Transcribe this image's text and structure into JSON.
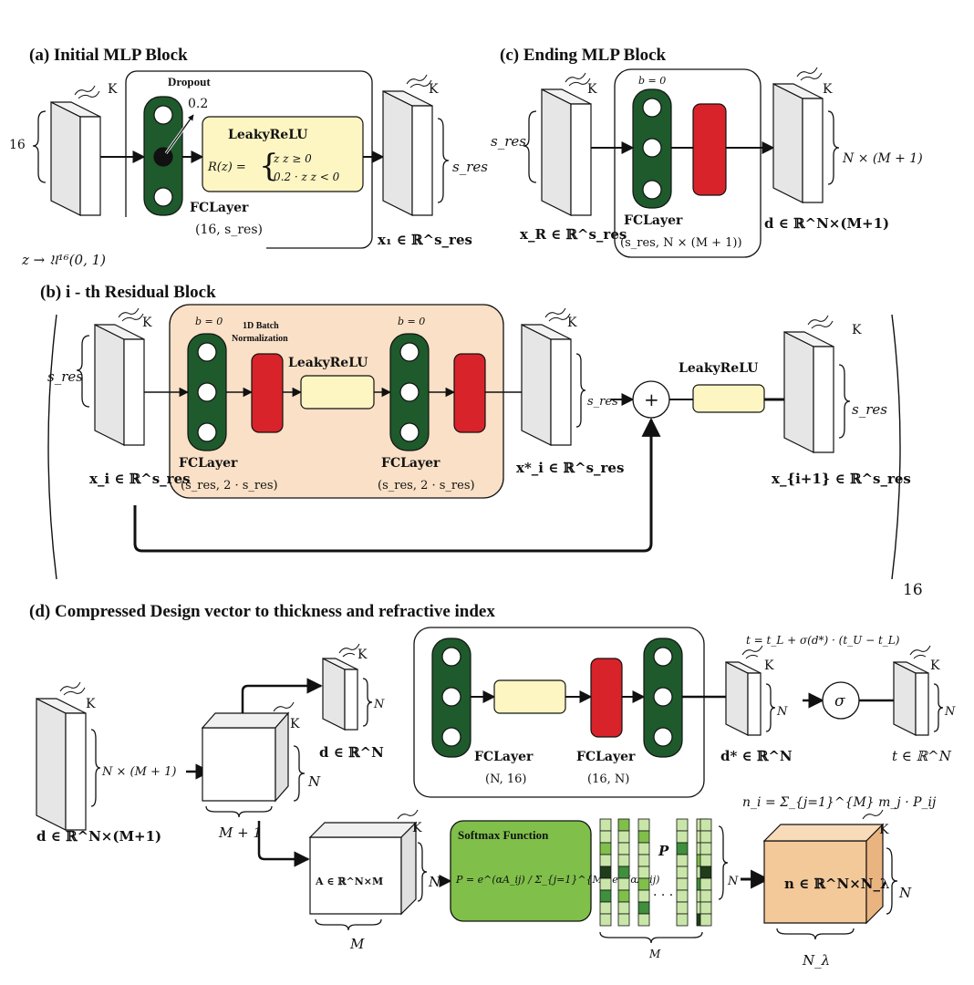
{
  "panels": {
    "a": {
      "title": "(a) Initial MLP Block",
      "dropout_label": "Dropout",
      "dropout_rate": "0.2",
      "activation_label": "LeakyReLU",
      "activation_eq_lhs": "R(z) =",
      "activation_case1": "z        z ≥ 0",
      "activation_case2": "0.2 · z   z < 0",
      "fc_label": "FCLayer",
      "fc_dims": "(16, s_res)",
      "input_dim": "16",
      "k": "K",
      "output_dim": "s_res",
      "noise_label": "z → 𝔘¹⁶(0, 1)",
      "output_label": "x₁ ∈ ℝ^s_res"
    },
    "c": {
      "title": "(c) Ending MLP Block",
      "bias": "b = 0",
      "fc_label": "FCLayer",
      "fc_dims": "(s_res, N × (M + 1))",
      "input_dim": "s_res",
      "k": "K",
      "output_dim": "N × (M + 1)",
      "input_label": "x_R ∈ ℝ^s_res",
      "output_label": "d ∈ ℝ^N×(M+1)"
    },
    "b": {
      "title": "(b) i - th Residual Block",
      "bias1": "b = 0",
      "bias2": "b = 0",
      "bn_label_line1": "1D Batch",
      "bn_label_line2": "Normalization",
      "act_label_inner": "LeakyReLU",
      "act_label_outer": "LeakyReLU",
      "fc_label1": "FCLayer",
      "fc_dims1": "(s_res, 2 · s_res)",
      "fc_label2": "FCLayer",
      "fc_dims2": "(s_res, 2 · s_res)",
      "input_dim": "s_res",
      "mid_dim": "s_res",
      "out_dim": "s_res",
      "k1": "K",
      "k2": "K",
      "k3": "K",
      "input_label": "x_i ∈ ℝ^s_res",
      "mid_label": "x*_i ∈ ℝ^s_res",
      "output_label": "x_{i+1} ∈ ℝ^s_res",
      "add_symbol": "+",
      "repeat": "16"
    },
    "d": {
      "title": "(d) Compressed Design vector to thickness and refractive index",
      "input_dim": "N × (M + 1)",
      "input_label": "d ∈ ℝ^N×(M+1)",
      "k": "K",
      "cube_n": "N",
      "cube_m1": "M + 1",
      "d_top_dim": "N",
      "d_top_label": "d ∈ ℝ^N",
      "fc_label1": "FCLayer",
      "fc_dims1": "(N, 16)",
      "fc_label2": "FCLayer",
      "fc_dims2": "(16, N)",
      "dstar_dim": "N",
      "dstar_label": "d* ∈ ℝ^N",
      "sigma": "σ",
      "t_eq": "t = t_L + σ(d*) · (t_U − t_L)",
      "t_dim": "N",
      "t_label": "t ∈ ℝ^N",
      "a_label": "A ∈ ℝ^N×M",
      "a_n": "N",
      "a_m": "M",
      "softmax_title": "Softmax Function",
      "softmax_eq": "P = e^(αA_ij) / Σ_{j=1}^{M} e^(αA_ij)",
      "p_label": "P",
      "p_dim_n": "N",
      "p_dim_m": "M",
      "p_dots": "· · ·",
      "n_eq": "n_i = Σ_{j=1}^{M} m_j · P_ij",
      "n_label": "n ∈ ℝ^N×N_λ",
      "n_dim": "N",
      "n_lambda": "N_λ"
    }
  },
  "colors": {
    "fc_green": "#1e5a2c",
    "dropout_red": "#d8232a",
    "activation_yellow": "#fdf6c3",
    "residual_bg": "#f9e0c6",
    "softmax_green": "#7fbf4a",
    "output_cube": "#f4c99a",
    "tensor_face": "#e6e6e6"
  }
}
